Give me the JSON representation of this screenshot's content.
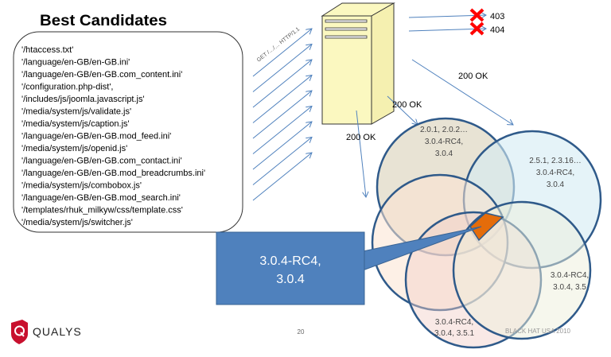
{
  "title": "Best Candidates",
  "candidates": [
    "'/htaccess.txt'",
    "'/language/en-GB/en-GB.ini'",
    "'/language/en-GB/en-GB.com_content.ini'",
    "'/configuration.php-dist',",
    "'/includes/js/joomla.javascript.js'",
    "'/media/system/js/validate.js'",
    "'/media/system/js/caption.js'",
    "'/language/en-GB/en-GB.mod_feed.ini'",
    "'/media/system/js/openid.js'",
    "'/language/en-GB/en-GB.com_contact.ini'",
    "'/language/en-GB/en-GB.mod_breadcrumbs.ini'",
    "'/media/system/js/combobox.js'",
    "'/language/en-GB/en-GB.mod_search.ini'",
    "'/templates/rhuk_milkyw/css/template.css'",
    "'/media/system/js/switcher.js'"
  ],
  "request_label": "GET /…/… HTTP/1.1",
  "responses": {
    "r403": "403",
    "r404": "404",
    "ok_right": "200 OK",
    "ok_mid": "200 OK",
    "ok_left": "200 OK"
  },
  "sets": {
    "top": [
      "2.0.1, 2.0.2…",
      "3.0.4-RC4,",
      "3.0.4"
    ],
    "blue": [
      "2.5.1, 2.3.16…",
      "3.0.4-RC4,",
      "3.0.4"
    ],
    "right": [
      "3.0.4-RC4,",
      "3.0.4, 3.5"
    ],
    "bottom": [
      "3.0.4-RC4,",
      "3.0.4, 3.5.1"
    ]
  },
  "callout": [
    "3.0.4-RC4,",
    "3.0.4"
  ],
  "footer": {
    "page": "20",
    "event": "BLACK HAT USA 2010",
    "logo_text": "QUALYS"
  },
  "colors": {
    "arrow": "#4f81bd",
    "callout": "#4f81bd",
    "highlight": "#e46c0a",
    "server": "#fbf8c0",
    "x_mark": "#ff0000"
  }
}
